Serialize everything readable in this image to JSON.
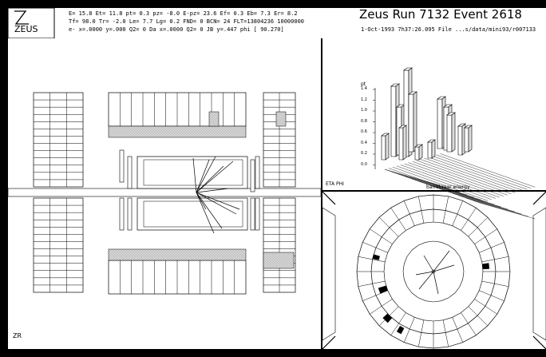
{
  "logo": {
    "text": "ZEUS"
  },
  "header": {
    "row1": "E=  15.8 Et=   11.8 pt=   0.3 pz=  -8.0 E-pz=  23.6 Ef=    0.3 Eb=    7.3 Er=    8.2",
    "row2": "Tf= 98.0 Tr=  -2.0 Le=  7.7 Lg=  0.2 FND=    0 BCN= 24 FLT=13804236 10000000",
    "row3": "e- x=.0000 y=.000 Q2=     0 Da x=.0000 Q2=     0 JB y=.447    phi [ 90.270]",
    "run_event": "Zeus Run   7132 Event   2618",
    "date_file": "1-Oct-1993   7h37:26.095 File ...s/data/mini93/r007133"
  },
  "labels": {
    "zr": "ZR",
    "eta_phi": "ETA PHI",
    "lego_axis": "pt",
    "lego_caption": "barrel/rear energy"
  },
  "lego": {
    "ticks": [
      "1.4",
      "1.2",
      "1.0",
      "0.8",
      "0.6",
      "0.4",
      "0.2",
      "0.0"
    ]
  },
  "colors": {
    "background": "#000000",
    "panel": "#ffffff",
    "line": "#000000"
  }
}
